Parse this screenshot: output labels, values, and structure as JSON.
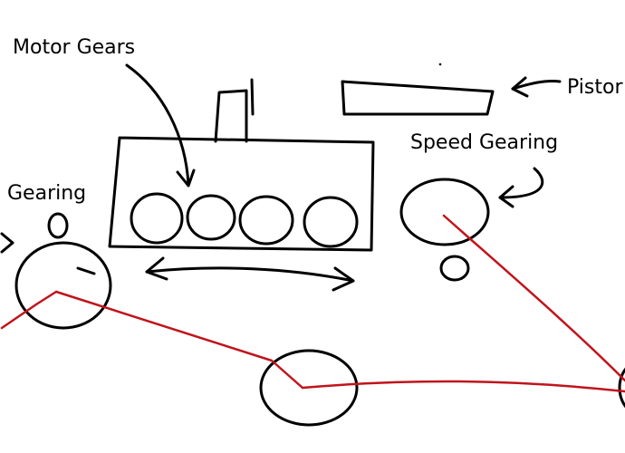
{
  "labels": {
    "motor_gears": "Motor Gears",
    "piston": "Pistor",
    "speed_gearing": "Speed Gearing",
    "gearing": "Gearing"
  },
  "colors": {
    "ink": "#000000",
    "belt": "#c0141c",
    "background": "#ffffff"
  }
}
